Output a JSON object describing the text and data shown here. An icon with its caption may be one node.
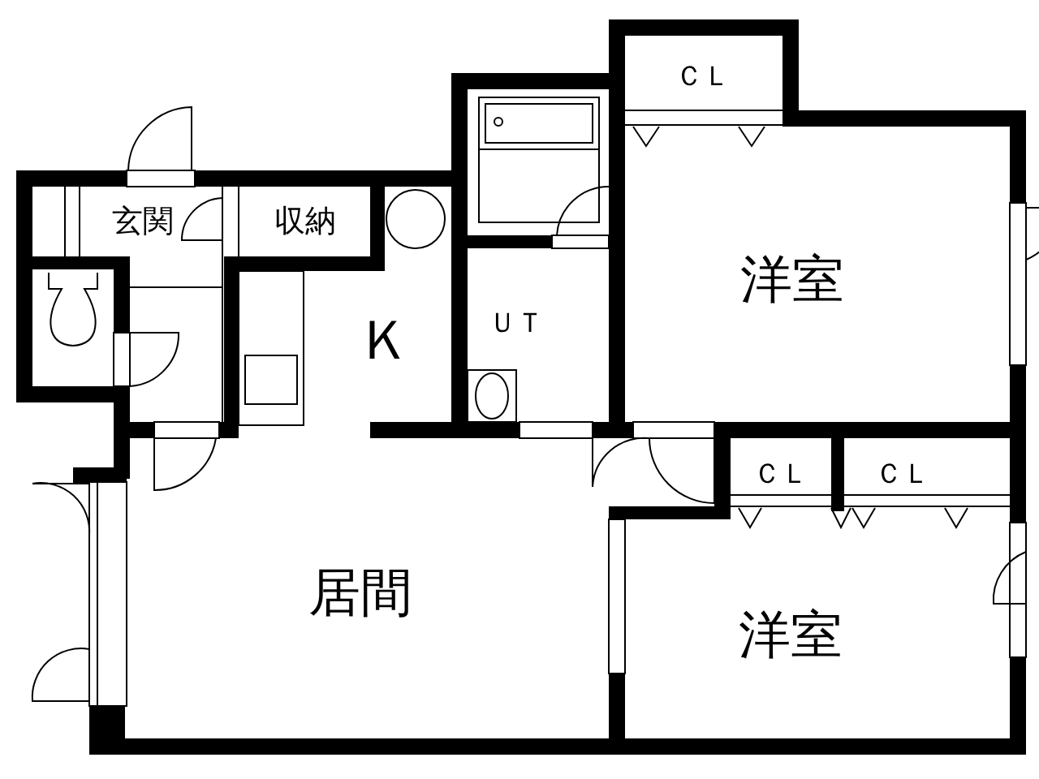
{
  "diagram": {
    "labels": [
      "玄関",
      "収納",
      "Ｋ",
      "ＵＴ",
      "ＣＬ",
      "洋室",
      "ＣＬ",
      "ＣＬ",
      "居間",
      "洋室"
    ]
  }
}
